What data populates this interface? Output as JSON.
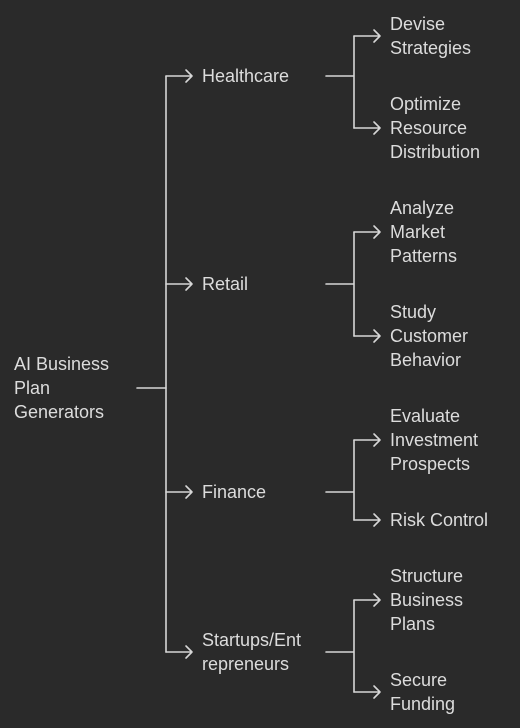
{
  "root": {
    "label": "AI Business\nPlan\nGenerators"
  },
  "branches": [
    {
      "label": "Healthcare",
      "children": [
        "Devise\nStrategies",
        "Optimize\nResource\nDistribution"
      ]
    },
    {
      "label": "Retail",
      "children": [
        "Analyze\nMarket\nPatterns",
        "Study\nCustomer\nBehavior"
      ]
    },
    {
      "label": "Finance",
      "children": [
        "Evaluate\nInvestment\nProspects",
        "Risk Control"
      ]
    },
    {
      "label": "Startups/Ent\nrepreneurs",
      "children": [
        "Structure\nBusiness\nPlans",
        "Secure\nFunding"
      ]
    }
  ],
  "colors": {
    "background": "#2a2a2a",
    "line": "#d6d6d6",
    "text": "#dcdcdc"
  }
}
